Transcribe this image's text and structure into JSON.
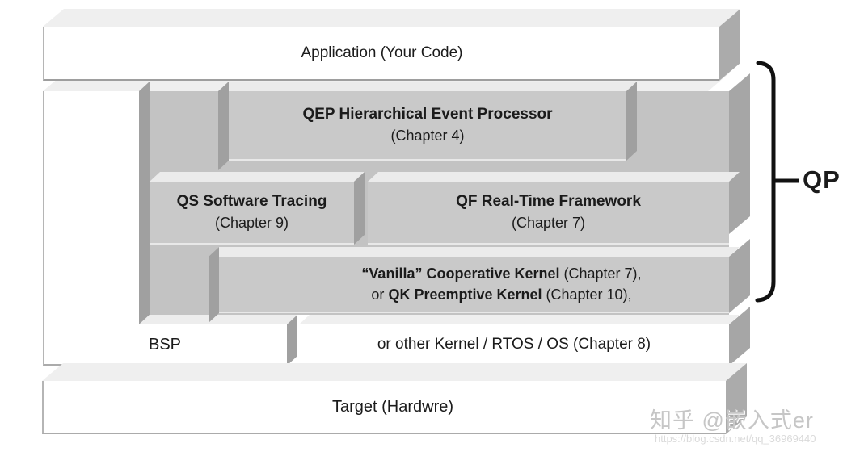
{
  "layers": {
    "application": {
      "label": "Application (Your Code)"
    },
    "qep": {
      "title": "QEP Hierarchical Event Processor",
      "subtitle": "(Chapter 4)"
    },
    "qs": {
      "title": "QS Software Tracing",
      "subtitle": "(Chapter 9)"
    },
    "qf": {
      "title": "QF Real-Time Framework",
      "subtitle": "(Chapter 7)"
    },
    "kernel": {
      "line1_bold": "“Vanilla” Cooperative Kernel",
      "line1_rest": " (Chapter 7),",
      "line2_prefix": "or ",
      "line2_bold": "QK Preemptive Kernel",
      "line2_rest": " (Chapter 10),"
    },
    "bsp": {
      "label": "BSP"
    },
    "other_kernel": {
      "label": "or other Kernel / RTOS / OS (Chapter 8)"
    },
    "target": {
      "label": "Target (Hardwre)"
    }
  },
  "brace": {
    "label": "QP"
  },
  "watermark": {
    "text": "知乎 @嵌入式er",
    "url": "https://blog.csdn.net/qq_36969440"
  },
  "colors": {
    "block_front": "#c9c9c9",
    "panel": "#c3c3c3",
    "dark_face": "#a0a0a0",
    "light_face": "#efefef",
    "white": "#ffffff",
    "text": "#1b1b1b",
    "brace": "#111111",
    "watermark": "#c6c6c6"
  }
}
